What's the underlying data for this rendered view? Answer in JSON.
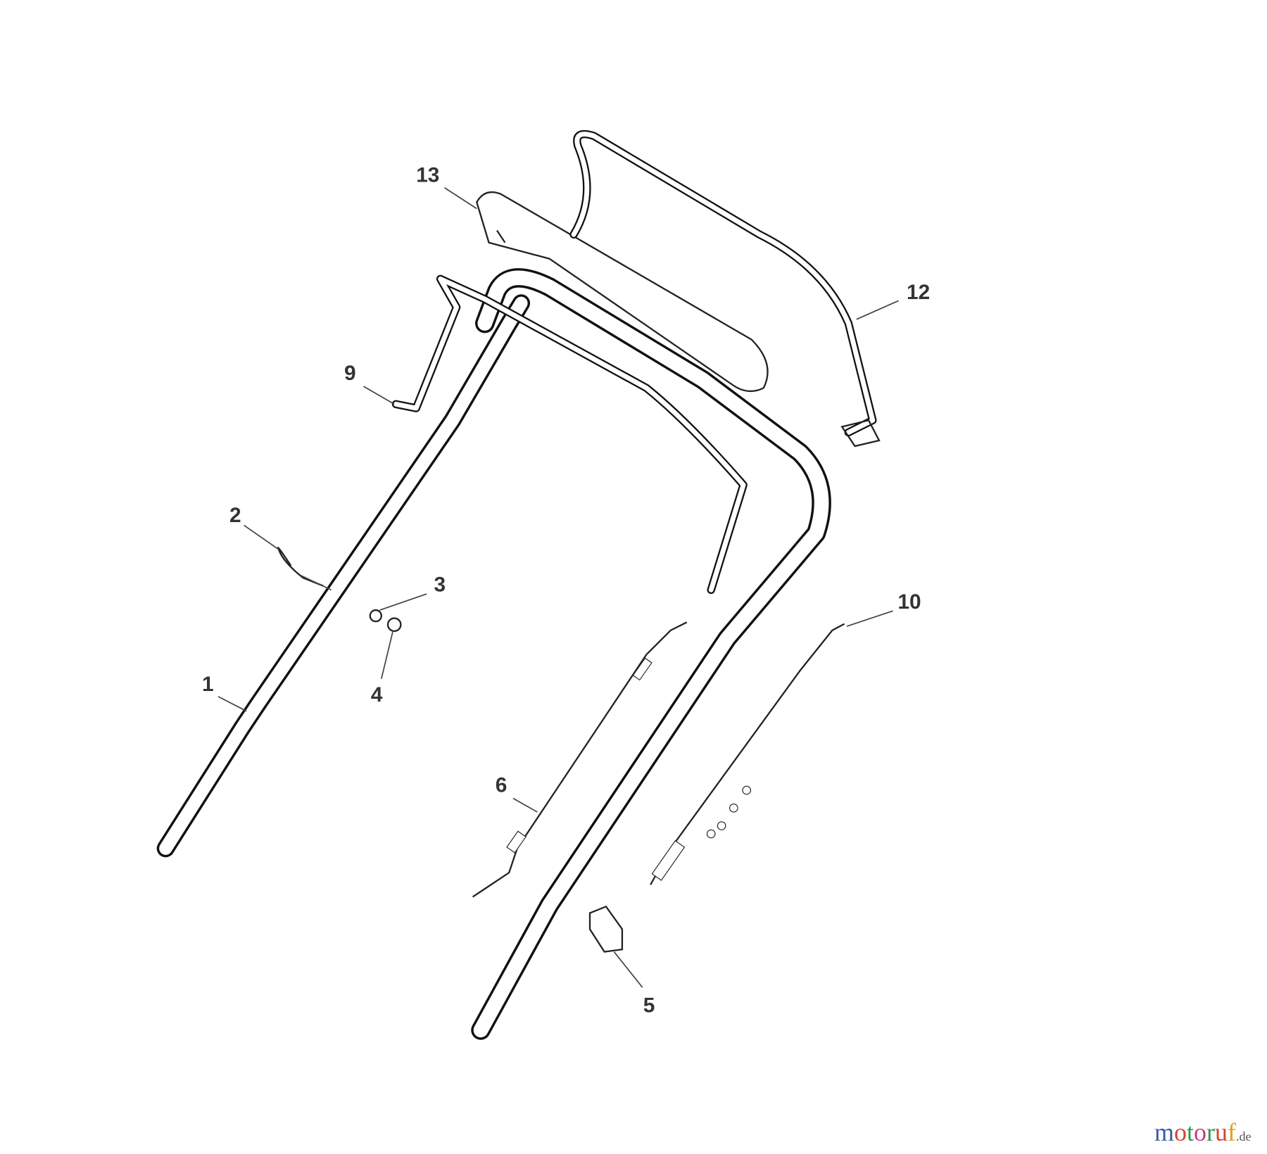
{
  "diagram": {
    "labels": [
      "1",
      "2",
      "3",
      "4",
      "5",
      "6",
      "9",
      "10",
      "12",
      "13"
    ]
  },
  "watermark": {
    "text": "motoruf",
    "suffix": ".de",
    "colors": [
      "#3b5aa8",
      "#d8432f",
      "#2e9a46",
      "#c8388a",
      "#2e9a46",
      "#d8432f",
      "#e0a21a"
    ]
  }
}
